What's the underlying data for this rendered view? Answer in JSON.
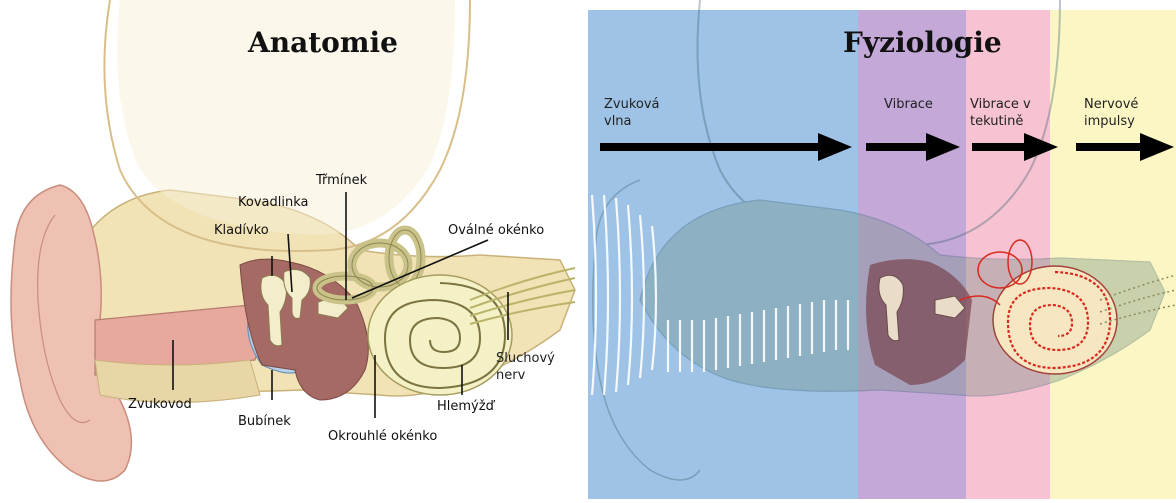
{
  "anatomy": {
    "title": "Anatomie",
    "labels": {
      "trminek": "Třmínek",
      "kovadlinka": "Kovadlinka",
      "kladivko": "Kladívko",
      "ovalne_okenko": "Oválné okénko",
      "sluchovy_nerv": "Sluchový\nnerv",
      "zvukovod": "Zvukovod",
      "bubinek": "Bubínek",
      "hlemyzd": "Hlemýžď",
      "okrouhle_okenko": "Okrouhlé okénko"
    }
  },
  "physiology": {
    "title": "Fyziologie",
    "stages": [
      {
        "label": "Zvuková\nvlna",
        "color": "#9ec3e6"
      },
      {
        "label": "Vibrace",
        "color": "#c4a8d8"
      },
      {
        "label": "Vibrace v\ntekutině",
        "color": "#f7c2d2"
      },
      {
        "label": "Nervové\nimpulsy",
        "color": "#fbf6c4"
      }
    ]
  }
}
